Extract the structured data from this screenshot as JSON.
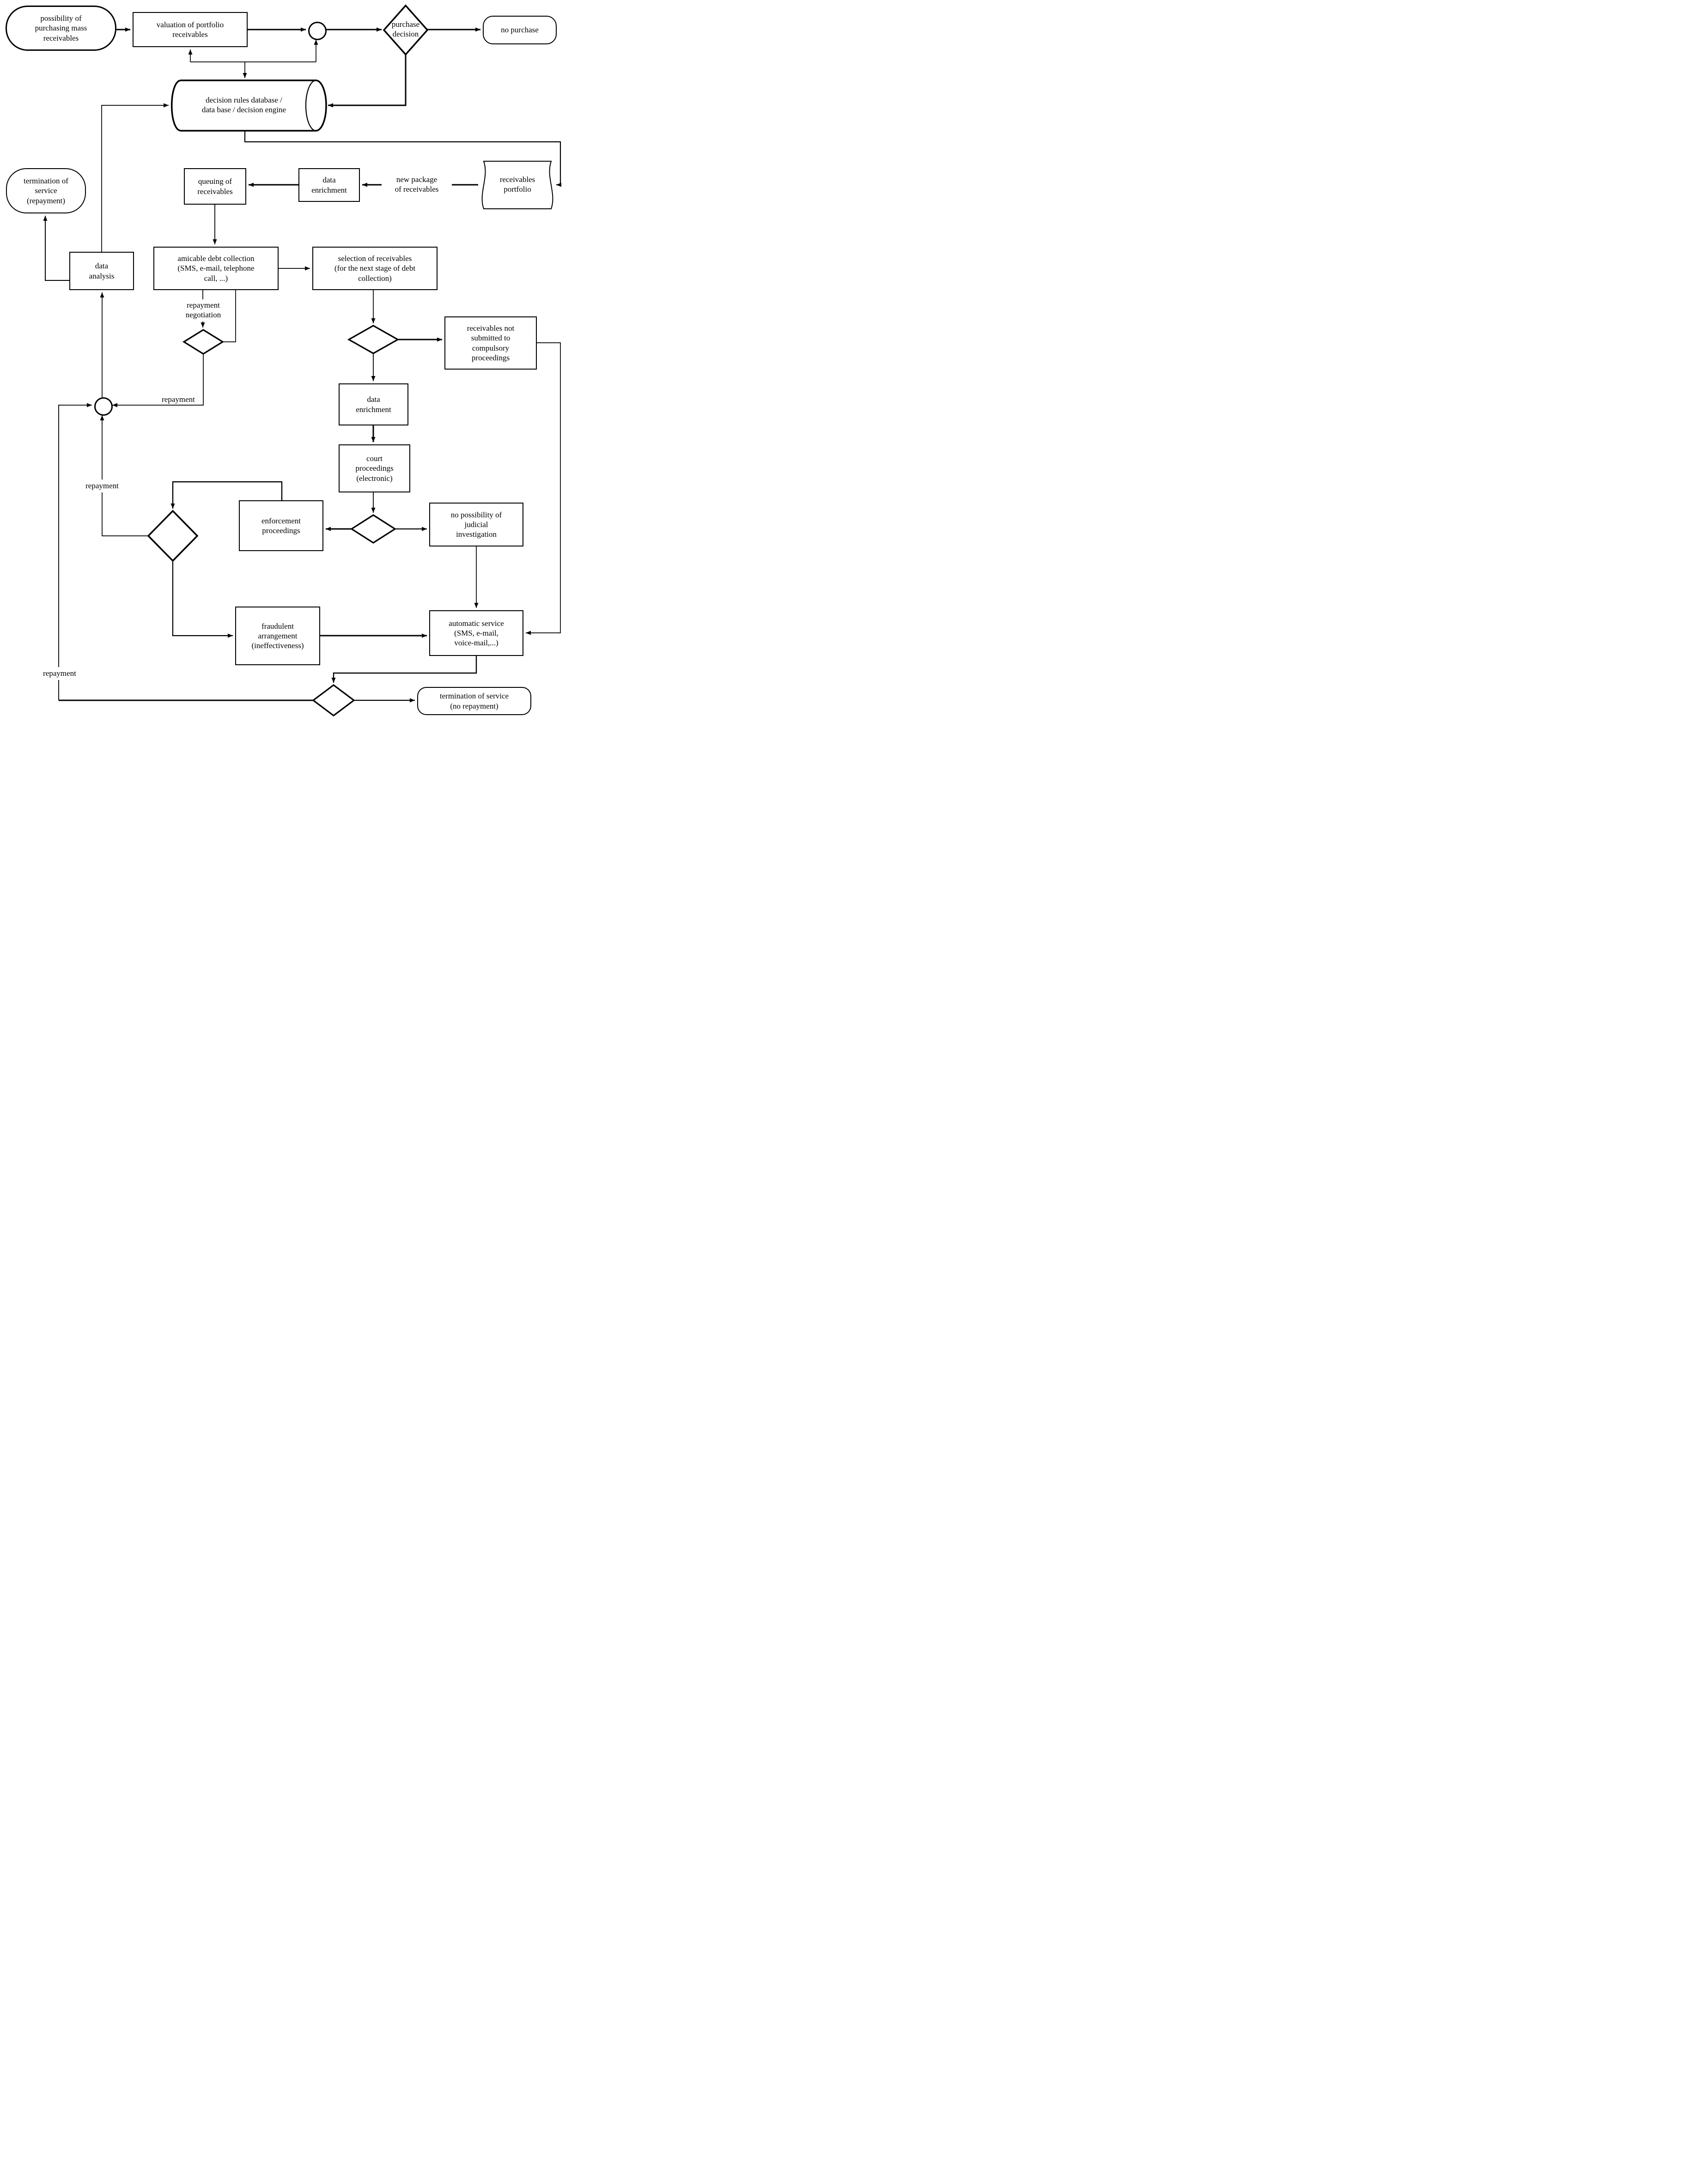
{
  "diagram": {
    "background": "#ffffff",
    "stroke_color": "#000000",
    "nodes": {
      "possibility": {
        "label": "possibility of\npurchasing mass\nreceivables",
        "type": "terminator"
      },
      "valuation": {
        "label": "valuation of portfolio\nreceivables",
        "type": "process"
      },
      "junction_top": {
        "label": "",
        "type": "connector-circle"
      },
      "purchase_decision": {
        "label": "purchase\ndecision",
        "type": "decision"
      },
      "no_purchase": {
        "label": "no purchase",
        "type": "terminator"
      },
      "decision_rules_db": {
        "label": "decision rules database /\ndata base / decision engine",
        "type": "database-cylinder"
      },
      "queuing": {
        "label": "queuing of\nreceivables",
        "type": "process"
      },
      "data_enrichment_1": {
        "label": "data\nenrichment",
        "type": "process"
      },
      "receivables_portfolio": {
        "label": "receivables\nportfolio",
        "type": "stored-data"
      },
      "termination_repayment": {
        "label": "termination of\nservice\n(repayment)",
        "type": "terminator"
      },
      "data_analysis": {
        "label": "data\nanalysis",
        "type": "process"
      },
      "amicable": {
        "label": "amicable debt collection\n(SMS, e-mail, telephone\ncall, ...)",
        "type": "process"
      },
      "selection": {
        "label": "selection of receivables\n(for the next stage of debt\ncollection)",
        "type": "process"
      },
      "negotiation_decision": {
        "label": "",
        "type": "decision"
      },
      "selection_decision": {
        "label": "",
        "type": "decision"
      },
      "receivables_not_submitted": {
        "label": "receivables not\nsubmitted to\ncompulsory\nproceedings",
        "type": "process"
      },
      "data_enrichment_2": {
        "label": "data\nenrichment",
        "type": "process"
      },
      "court_proceedings": {
        "label": "court\nproceedings\n(electronic)",
        "type": "process"
      },
      "court_decision": {
        "label": "",
        "type": "decision"
      },
      "enforcement": {
        "label": "enforcement\nproceedings",
        "type": "process"
      },
      "no_possibility": {
        "label": "no possibility of\njudicial\ninvestigation",
        "type": "process"
      },
      "enforcement_decision": {
        "label": "",
        "type": "decision"
      },
      "junction_left": {
        "label": "",
        "type": "connector-circle"
      },
      "fraudulent": {
        "label": "fraudulent\narrangement\n(ineffectiveness)",
        "type": "process"
      },
      "automatic_service": {
        "label": "automatic service\n(SMS, e-mail,\nvoice-mail,...)",
        "type": "process"
      },
      "final_decision": {
        "label": "",
        "type": "decision"
      },
      "termination_no_repayment": {
        "label": "termination of service\n(no repayment)",
        "type": "terminator"
      }
    },
    "edge_labels": {
      "new_package": "new package\nof receivables",
      "repayment_negotiation": "repayment\nnegotiation",
      "repayment_mid": "repayment",
      "repayment_inner": "repayment",
      "repayment_outer": "repayment"
    }
  }
}
